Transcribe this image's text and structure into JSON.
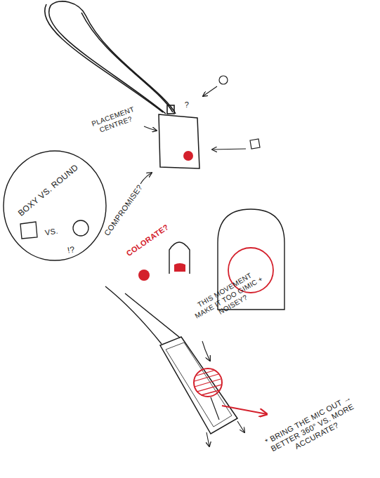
{
  "diagram": {
    "nodes": [
      {
        "text": [
          "BOXY VS. ROUND",
          "VS.",
          "!?"
        ]
      }
    ],
    "labels": [
      "PLACEMENT CENTRE?",
      "?",
      "COMPROMISE?",
      "COLORATE?",
      "THIS MOVEMENT MAKE IT TOO GIMIC + NOISEY?",
      "* BRING THE MIC OUT → BETTER 360° VS. MORE ACCURATE?"
    ]
  }
}
